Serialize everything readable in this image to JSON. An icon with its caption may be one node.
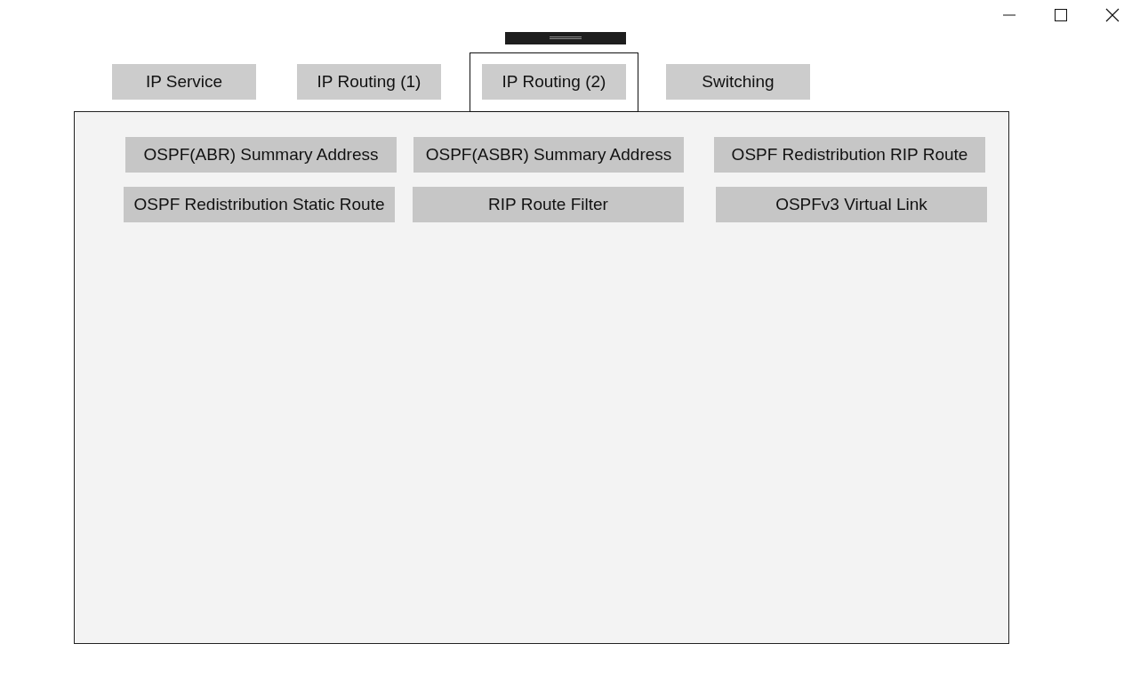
{
  "diagram": {
    "nodes": [
      {
        "text": [
          "IP Service"
        ]
      },
      {
        "text": [
          "IP Routing (1)"
        ]
      },
      {
        "text": [
          "IP Routing (2)"
        ]
      },
      {
        "text": [
          "Switching"
        ]
      },
      {
        "text": [],
        "shape": "box"
      },
      {
        "text": [
          "OSPF(ABR) Summary Address"
        ],
        "in": 4
      },
      {
        "text": [
          "OSPF(ASBR) Summary Address"
        ],
        "in": 4
      },
      {
        "text": [
          "OSPF Redistribution RIP Route"
        ],
        "in": 4
      },
      {
        "text": [
          "OSPF Redistribution Static Route"
        ],
        "in": 4
      },
      {
        "text": [
          "RIP Route Filter"
        ],
        "in": 4
      },
      {
        "text": [
          "OSPFv3 Virtual Link"
        ],
        "in": 4
      }
    ],
    "edges": []
  }
}
